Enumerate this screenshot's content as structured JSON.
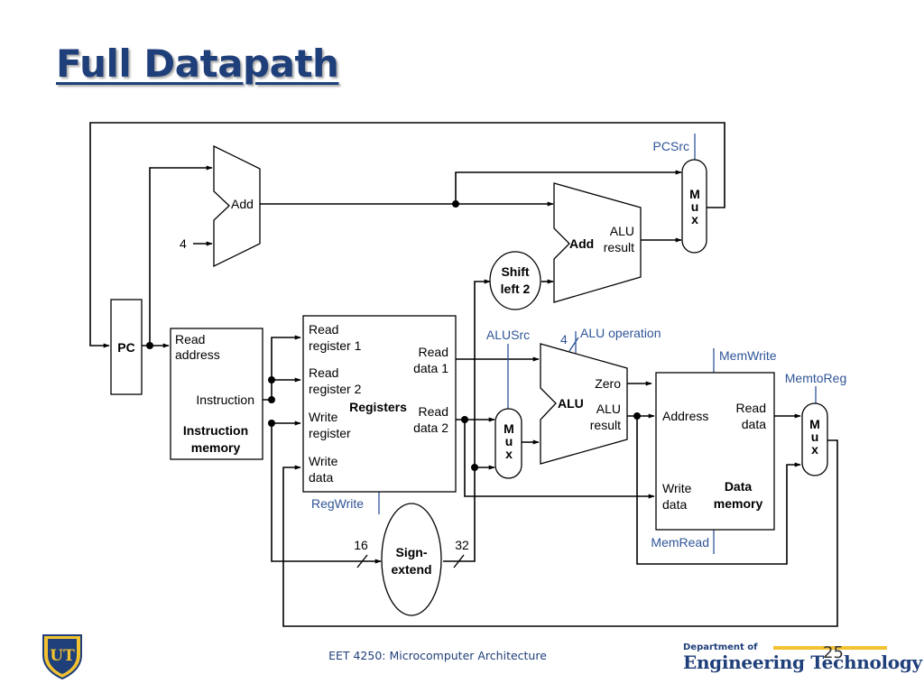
{
  "title": "Full Datapath",
  "footer": {
    "course": "EET 4250: Microcomputer Architecture",
    "page": "25",
    "dept_line1": "Department of",
    "dept_line2": "Engineering Technology",
    "logo_letters": "UT"
  },
  "colors": {
    "title": "#1F3F7A",
    "control": "#2F5597",
    "accent_bar": "#F2C230"
  },
  "diagram": {
    "pc": "PC",
    "add_top": "Add",
    "const_4": "4",
    "instruction_memory": {
      "read": "Read",
      "address": "address",
      "instruction": "Instruction",
      "name1": "Instruction",
      "name2": "memory"
    },
    "registers": {
      "read_reg1_a": "Read",
      "read_reg1_b": "register 1",
      "read_reg2_a": "Read",
      "read_reg2_b": "register 2",
      "write_reg_a": "Write",
      "write_reg_b": "register",
      "write_data_a": "Write",
      "write_data_b": "data",
      "read_data1_a": "Read",
      "read_data1_b": "data 1",
      "read_data2_a": "Read",
      "read_data2_b": "data 2",
      "name": "Registers"
    },
    "sign_extend": {
      "line1": "Sign-",
      "line2": "extend",
      "in_bits": "16",
      "out_bits": "32"
    },
    "shift_left": {
      "line1": "Shift",
      "line2": "left 2"
    },
    "branch_adder": {
      "name": "Add",
      "out_a": "ALU",
      "out_b": "result"
    },
    "alu": {
      "name": "ALU",
      "zero": "Zero",
      "out_a": "ALU",
      "out_b": "result",
      "op_bits": "4"
    },
    "data_memory": {
      "address": "Address",
      "read_a": "Read",
      "read_b": "data",
      "write_a": "Write",
      "write_b": "data",
      "name1": "Data",
      "name2": "memory"
    },
    "mux_letters": [
      "M",
      "u",
      "x"
    ],
    "controls": {
      "pcsrc": "PCSrc",
      "alusrc": "ALUSrc",
      "alu_operation": "ALU operation",
      "memwrite": "MemWrite",
      "memtoreg": "MemtoReg",
      "regwrite": "RegWrite",
      "memread": "MemRead"
    }
  }
}
